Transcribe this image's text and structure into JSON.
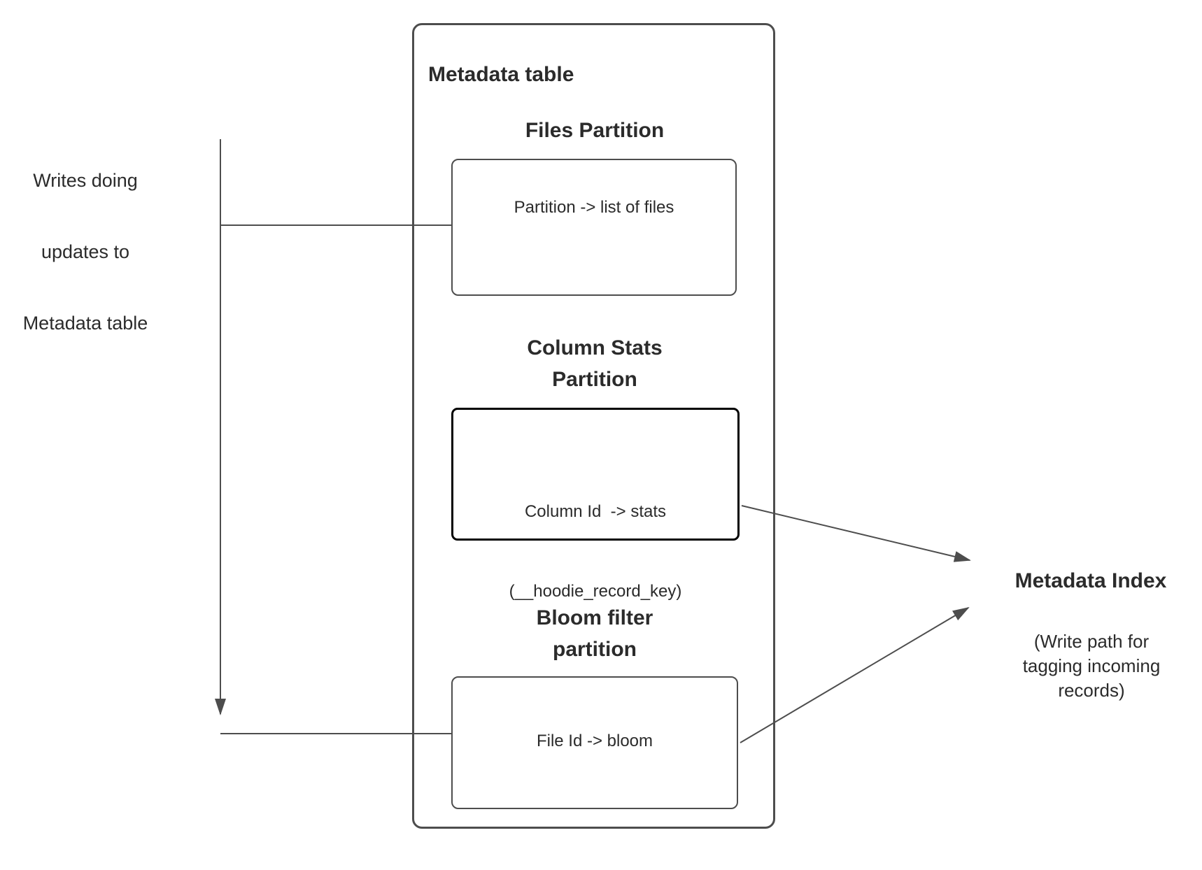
{
  "diagram": {
    "writes_note": {
      "lines": [
        "Writes doing",
        "updates to",
        "Metadata table"
      ]
    },
    "metadata_table": {
      "title": "Metadata table",
      "files_partition": {
        "heading": "Files Partition",
        "label": "Partition -> list of files"
      },
      "column_stats_partition": {
        "heading_lines": [
          "Column Stats",
          "Partition"
        ],
        "label_lines": [
          "Column Id  -> stats",
          "(__hoodie_record_key)"
        ]
      },
      "bloom_filter_partition": {
        "heading_lines": [
          "Bloom filter",
          "partition"
        ],
        "label": "File Id -> bloom"
      }
    },
    "metadata_index": {
      "title": "Metadata Index",
      "caption_lines": [
        "(Write path for",
        "tagging incoming",
        "records)"
      ]
    },
    "colors": {
      "connector": "#4d4d4d",
      "box_border": "#4d4d4d",
      "emphasis_box_border": "#000000",
      "text": "#2b2b2b",
      "background": "#ffffff"
    }
  }
}
